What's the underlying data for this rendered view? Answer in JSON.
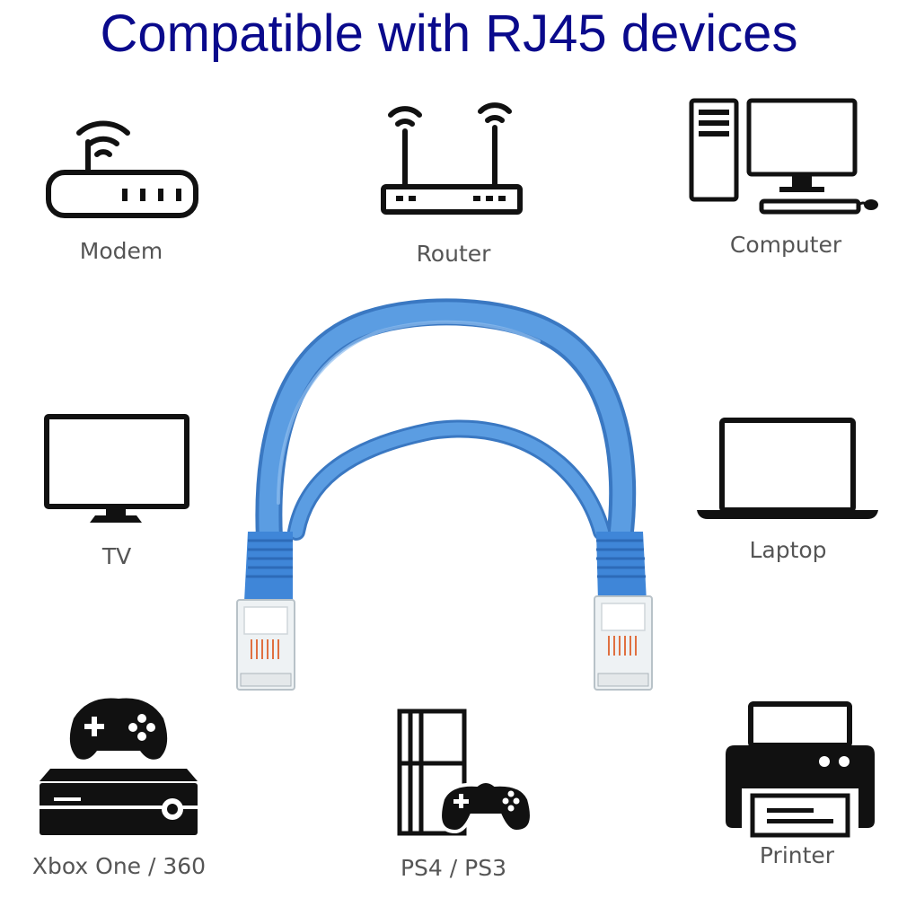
{
  "title": "Compatible with RJ45 devices",
  "accent_colors": {
    "title": "#0a0a8c",
    "cable": "#4f92dc",
    "icon_stroke": "#111111",
    "label": "#555555"
  },
  "devices": [
    {
      "id": "modem",
      "label": "Modem",
      "icon": "modem-icon"
    },
    {
      "id": "router",
      "label": "Router",
      "icon": "router-icon"
    },
    {
      "id": "computer",
      "label": "Computer",
      "icon": "computer-icon"
    },
    {
      "id": "tv",
      "label": "TV",
      "icon": "tv-icon"
    },
    {
      "id": "laptop",
      "label": "Laptop",
      "icon": "laptop-icon"
    },
    {
      "id": "xbox",
      "label": "Xbox One / 360",
      "icon": "xbox-console-icon"
    },
    {
      "id": "ps",
      "label": "PS4 / PS3",
      "icon": "playstation-console-icon"
    },
    {
      "id": "printer",
      "label": "Printer",
      "icon": "printer-icon"
    }
  ],
  "cable_icon": "ethernet-cable-image"
}
